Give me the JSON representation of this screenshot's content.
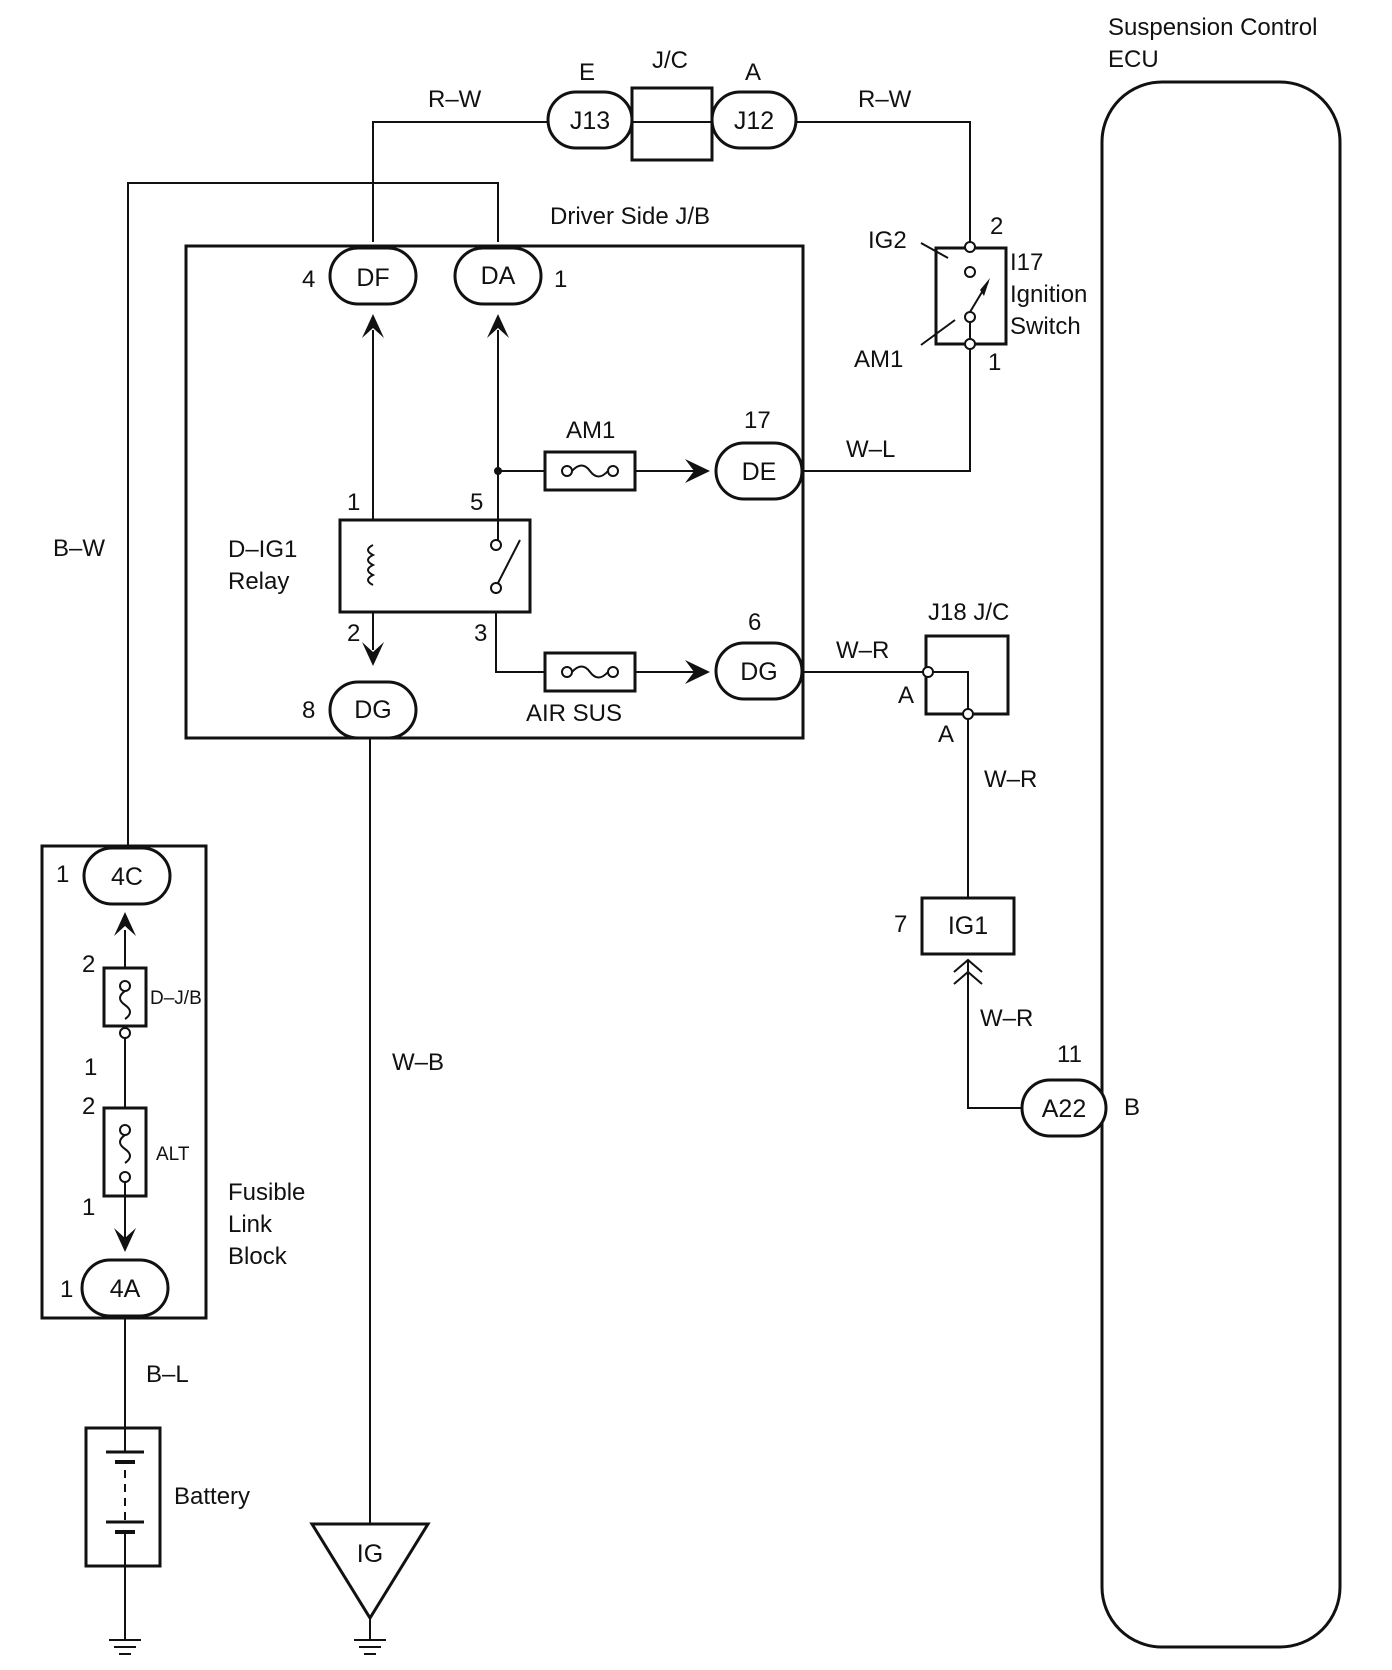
{
  "ecu": {
    "title_line1": "Suspension Control",
    "title_line2": "ECU",
    "pin_number": "11",
    "pin_connector": "A22",
    "connector_letter": "B"
  },
  "jc_top": {
    "label": "J/C",
    "left_letter": "E",
    "right_letter": "A",
    "left_connector": "J13",
    "right_connector": "J12"
  },
  "wires": {
    "rw_left": "R–W",
    "rw_right": "R–W",
    "bw": "B–W",
    "wl": "W–L",
    "wr_1": "W–R",
    "wr_2": "W–R",
    "wr_3": "W–R",
    "wb": "W–B",
    "bl": "B–L"
  },
  "junction_block": {
    "title": "Driver Side J/B",
    "df": {
      "pin": "4",
      "label": "DF"
    },
    "da": {
      "pin": "1",
      "label": "DA"
    },
    "de": {
      "pin": "17",
      "label": "DE"
    },
    "dg_right": {
      "pin": "6",
      "label": "DG"
    },
    "dg_bottom": {
      "pin": "8",
      "label": "DG"
    },
    "fuse_am1": "AM1",
    "fuse_air_sus": "AIR SUS",
    "relay_line1": "D–IG1",
    "relay_line2": "Relay",
    "relay_pins": {
      "p1": "1",
      "p2": "2",
      "p3": "3",
      "p5": "5"
    }
  },
  "ignition": {
    "ig2": "IG2",
    "am1": "AM1",
    "pin2": "2",
    "pin1": "1",
    "line1": "I17",
    "line2": "Ignition",
    "line3": "Switch"
  },
  "j18": {
    "label": "J18 J/C",
    "letter_left": "A",
    "letter_bottom": "A"
  },
  "ig1": {
    "pin": "7",
    "label": "IG1"
  },
  "fusible_link": {
    "top_pin": "1",
    "top_connector": "4C",
    "bottom_pin": "1",
    "bottom_connector": "4A",
    "fuse1_label": "D–J/B",
    "fuse1_pin_top": "2",
    "fuse1_pin_bottom": "1",
    "fuse2_label": "ALT",
    "fuse2_pin_top": "2",
    "fuse2_pin_bottom": "1",
    "title_line1": "Fusible",
    "title_line2": "Link",
    "title_line3": "Block"
  },
  "battery": "Battery",
  "ground": "IG"
}
